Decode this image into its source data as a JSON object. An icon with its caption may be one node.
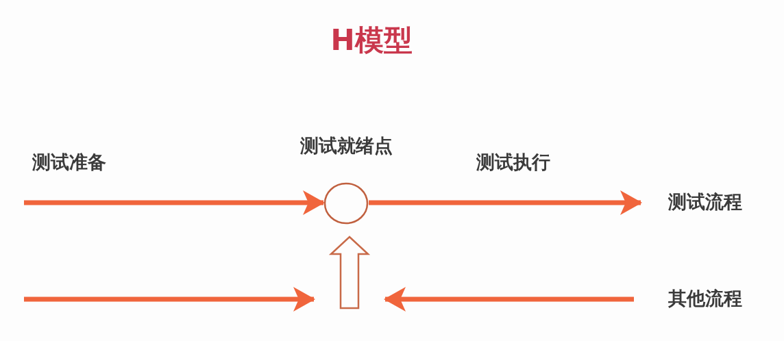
{
  "diagram": {
    "title": "H模型",
    "nodes": [
      {
        "text": [
          "测试就绪点"
        ]
      },
      {
        "text": [
          "测试流程"
        ]
      },
      {
        "text": [
          "其他流程"
        ]
      },
      {
        "text": [],
        "shape": "arrow"
      }
    ],
    "edges": [
      {
        "from": null,
        "to": 0,
        "arrow": "to",
        "label": "测试准备"
      },
      {
        "from": 0,
        "to": 1,
        "arrow": "to",
        "label": "测试执行"
      },
      {
        "from": null,
        "to": 3,
        "arrow": "to"
      },
      {
        "from": 2,
        "to": 3,
        "arrow": "to"
      }
    ]
  }
}
